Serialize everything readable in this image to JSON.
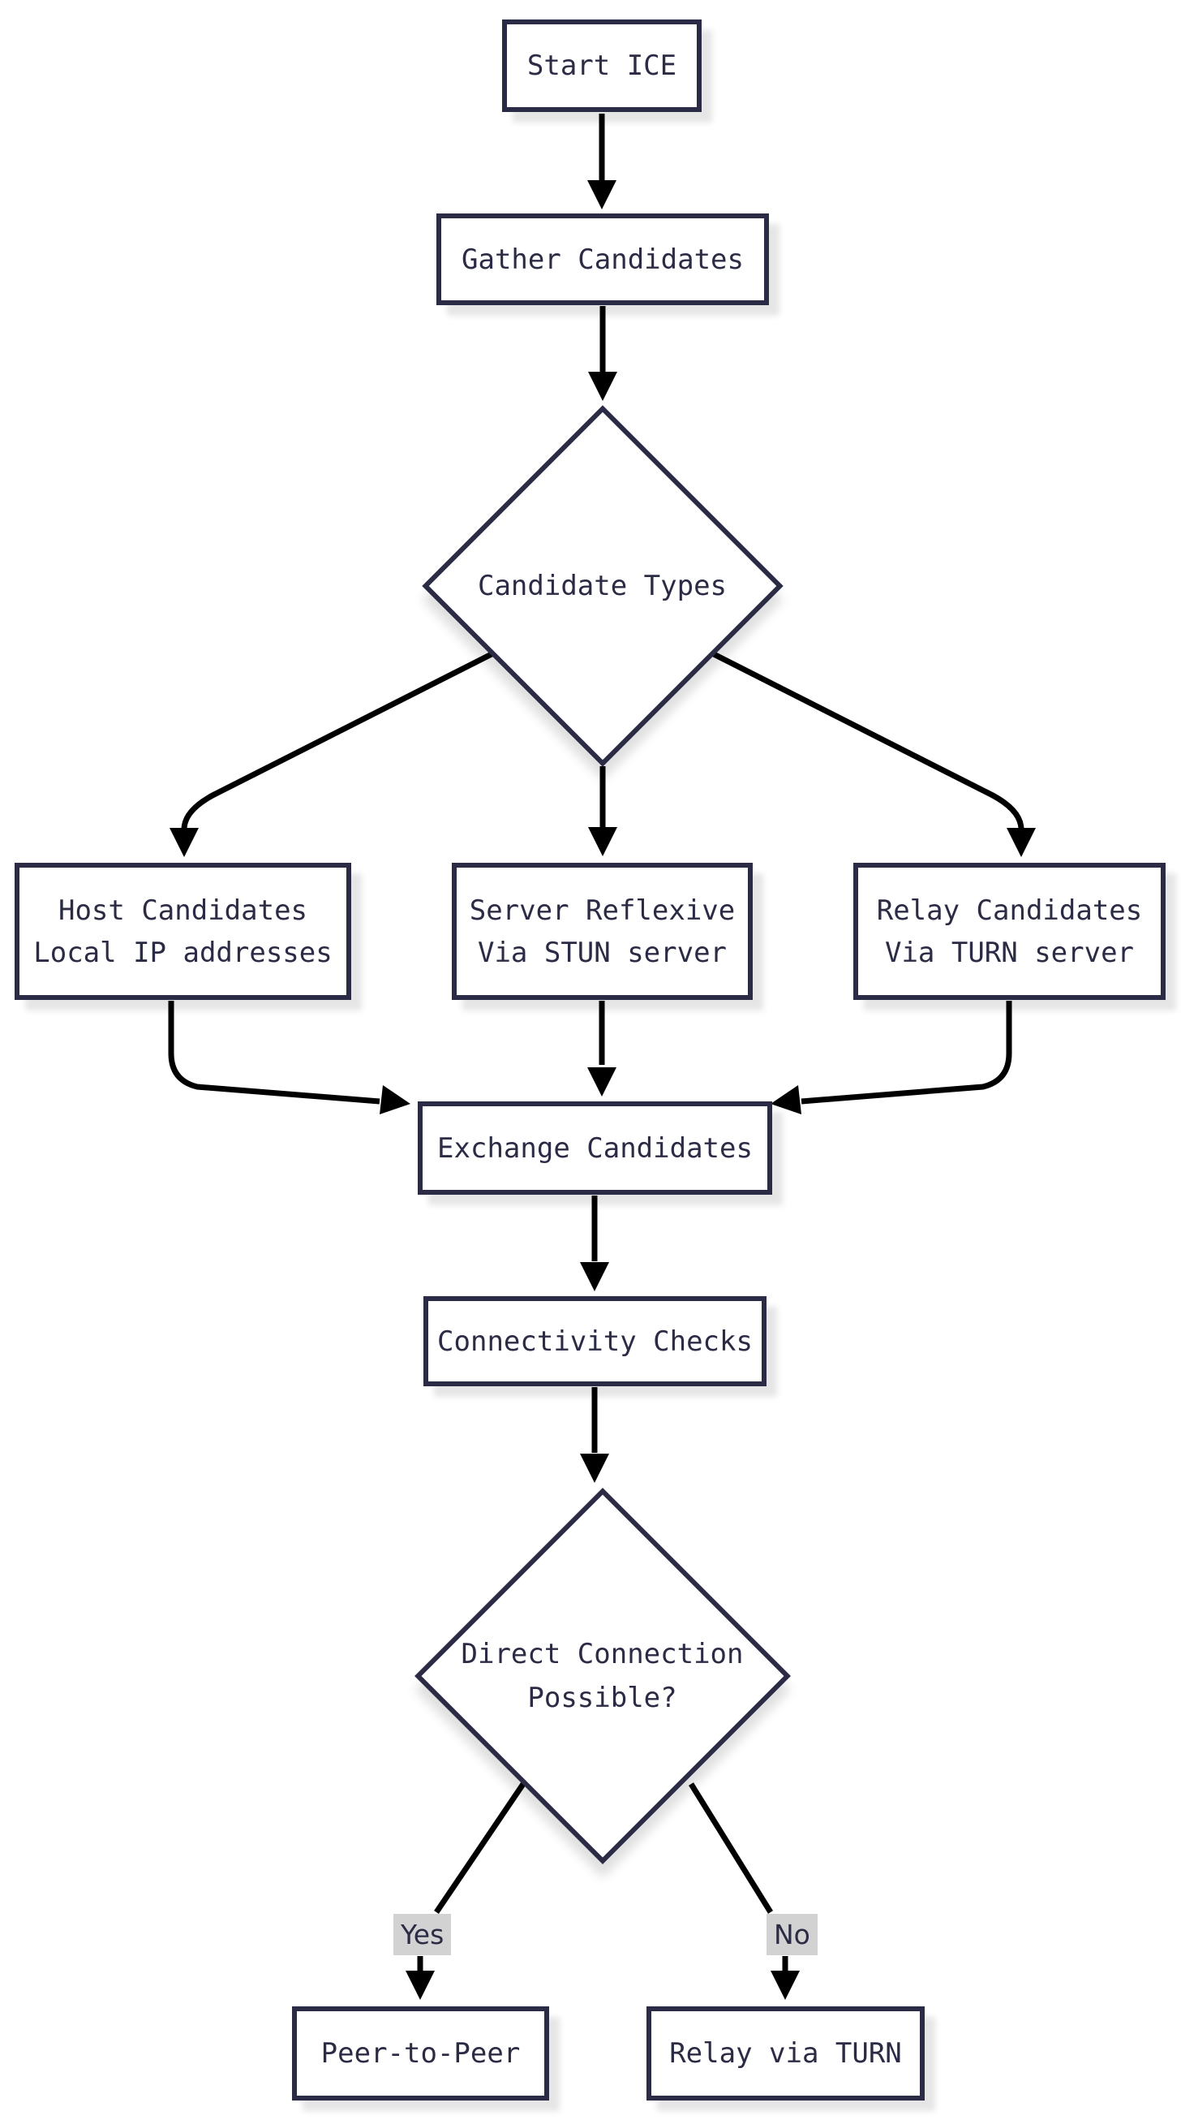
{
  "diagram_type": "flowchart",
  "colors": {
    "background": "#ffffff",
    "node_fill": "#ffffff",
    "node_border": "#2b2b45",
    "node_text": "#2b2b45",
    "edge_line": "#000000",
    "arrowhead": "#000000",
    "edge_label_bg": "#d2d2d2",
    "edge_label_text": "#2b2b45"
  },
  "nodes": {
    "start": {
      "label": "Start ICE"
    },
    "gather": {
      "label": "Gather Candidates"
    },
    "candidate_types": {
      "label": "Candidate Types"
    },
    "host": {
      "line1": "Host Candidates",
      "line2": "Local IP addresses"
    },
    "server_reflexive": {
      "line1": "Server Reflexive",
      "line2": "Via STUN server"
    },
    "relay_candidates": {
      "line1": "Relay Candidates",
      "line2": "Via TURN server"
    },
    "exchange": {
      "label": "Exchange Candidates"
    },
    "connectivity": {
      "label": "Connectivity Checks"
    },
    "direct_possible": {
      "line1": "Direct Connection",
      "line2": "Possible?"
    },
    "peer_to_peer": {
      "label": "Peer-to-Peer"
    },
    "relay_via_turn": {
      "label": "Relay via TURN"
    }
  },
  "edge_labels": {
    "yes": "Yes",
    "no": "No"
  },
  "edges": [
    "Start ICE -> Gather Candidates",
    "Gather Candidates -> Candidate Types",
    "Candidate Types -> Host Candidates",
    "Candidate Types -> Server Reflexive",
    "Candidate Types -> Relay Candidates",
    "Host Candidates -> Exchange Candidates",
    "Server Reflexive -> Exchange Candidates",
    "Relay Candidates -> Exchange Candidates",
    "Exchange Candidates -> Connectivity Checks",
    "Connectivity Checks -> Direct Connection Possible?",
    "Direct Connection Possible? -Yes-> Peer-to-Peer",
    "Direct Connection Possible? -No-> Relay via TURN"
  ]
}
